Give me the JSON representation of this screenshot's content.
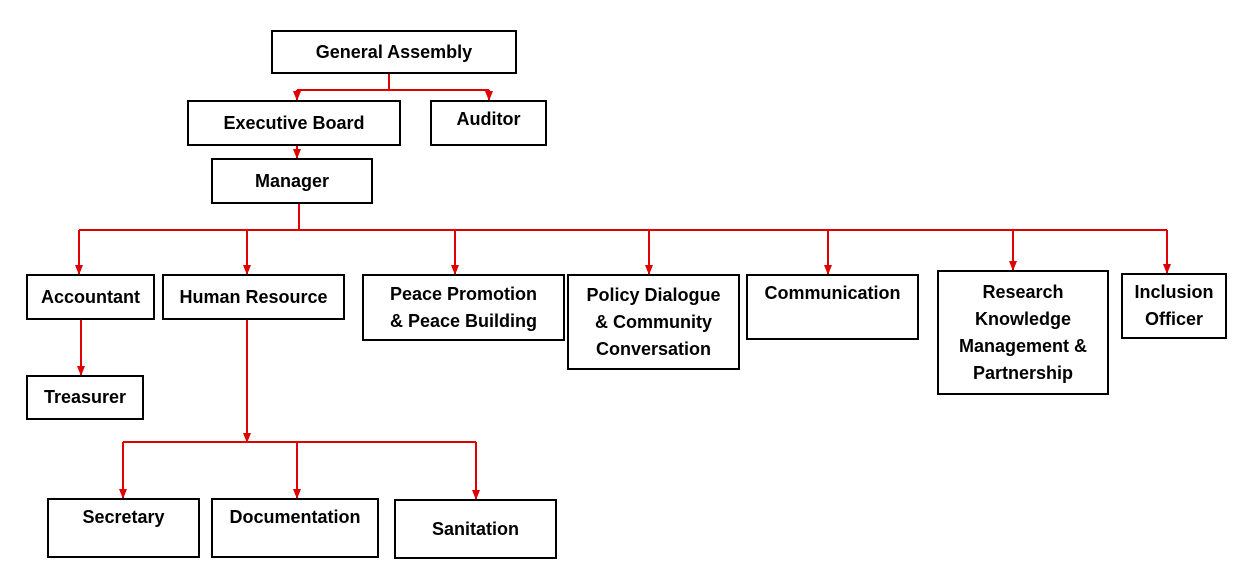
{
  "diagram": {
    "type": "organizational-chart",
    "colors": {
      "connector": "#e00000",
      "box_border": "#000000",
      "text": "#000000",
      "background": "#ffffff"
    },
    "nodes": {
      "general_assembly": {
        "label": "General Assembly"
      },
      "executive_board": {
        "label": "Executive Board"
      },
      "auditor": {
        "label": "Auditor"
      },
      "manager": {
        "label": "Manager"
      },
      "accountant": {
        "label": "Accountant"
      },
      "treasurer": {
        "label": "Treasurer"
      },
      "human_resource": {
        "label": "Human Resource"
      },
      "peace_promotion": {
        "lines": [
          "Peace Promotion",
          "& Peace Building"
        ]
      },
      "policy_dialogue": {
        "lines": [
          "Policy Dialogue",
          "& Community",
          "Conversation"
        ]
      },
      "communication": {
        "label": "Communication"
      },
      "research": {
        "lines": [
          "Research",
          "Knowledge",
          "Management &",
          "Partnership"
        ]
      },
      "inclusion_officer": {
        "lines": [
          "Inclusion",
          "Officer"
        ]
      },
      "secretary": {
        "label": "Secretary"
      },
      "documentation": {
        "label": "Documentation"
      },
      "sanitation": {
        "label": "Sanitation"
      }
    },
    "edges": [
      {
        "from": "general_assembly",
        "to": "executive_board"
      },
      {
        "from": "general_assembly",
        "to": "auditor"
      },
      {
        "from": "executive_board",
        "to": "manager"
      },
      {
        "from": "manager",
        "to": "accountant"
      },
      {
        "from": "manager",
        "to": "human_resource"
      },
      {
        "from": "manager",
        "to": "peace_promotion"
      },
      {
        "from": "manager",
        "to": "policy_dialogue"
      },
      {
        "from": "manager",
        "to": "communication"
      },
      {
        "from": "manager",
        "to": "research"
      },
      {
        "from": "manager",
        "to": "inclusion_officer"
      },
      {
        "from": "accountant",
        "to": "treasurer"
      },
      {
        "from": "human_resource",
        "to": "secretary"
      },
      {
        "from": "human_resource",
        "to": "documentation"
      },
      {
        "from": "human_resource",
        "to": "sanitation"
      }
    ]
  }
}
